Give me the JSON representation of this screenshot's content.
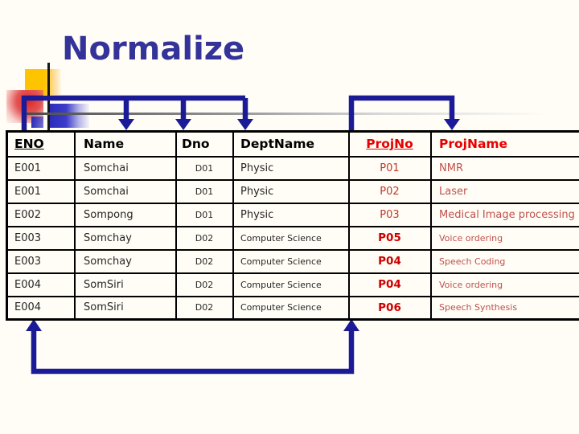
{
  "title": "Normalize",
  "colors": {
    "title_blue": "#333399",
    "arrow_navy": "#1b1b98",
    "key_header_red": "#e80000",
    "proj_data_red": "#c0392b",
    "proj_bold_red": "#cc0000",
    "projname_red": "#c0504d",
    "decor_yellow": "#ffc400",
    "decor_red": "#dd2a2a",
    "decor_blue": "#2a2ab8"
  },
  "table": {
    "headers": [
      {
        "id": "eno",
        "label": "ENO",
        "underline": true,
        "red": false
      },
      {
        "id": "name",
        "label": "Name",
        "underline": false,
        "red": false
      },
      {
        "id": "dno",
        "label": "Dno",
        "underline": false,
        "red": false
      },
      {
        "id": "deptname",
        "label": "DeptName",
        "underline": false,
        "red": false
      },
      {
        "id": "projno",
        "label": "ProjNo",
        "underline": true,
        "red": true
      },
      {
        "id": "projname",
        "label": "ProjName",
        "underline": false,
        "red": true
      }
    ],
    "rows": [
      {
        "eno": "E001",
        "name": "Somchai",
        "dno": "D01",
        "deptname": "Physic",
        "projno": "P01",
        "projname": "NMR",
        "emphasis": false
      },
      {
        "eno": "E001",
        "name": "Somchai",
        "dno": "D01",
        "deptname": "Physic",
        "projno": "P02",
        "projname": "Laser",
        "emphasis": false
      },
      {
        "eno": "E002",
        "name": "Sompong",
        "dno": "D01",
        "deptname": "Physic",
        "projno": "P03",
        "projname": "Medical Image processing",
        "emphasis": false
      },
      {
        "eno": "E003",
        "name": "Somchay",
        "dno": "D02",
        "deptname": "Computer Science",
        "projno": "P05",
        "projname": "Voice ordering",
        "emphasis": true
      },
      {
        "eno": "E003",
        "name": "Somchay",
        "dno": "D02",
        "deptname": "Computer Science",
        "projno": "P04",
        "projname": "Speech Coding",
        "emphasis": true
      },
      {
        "eno": "E004",
        "name": "SomSiri",
        "dno": "D02",
        "deptname": "Computer Science",
        "projno": "P04",
        "projname": "Voice ordering",
        "emphasis": true
      },
      {
        "eno": "E004",
        "name": "SomSiri",
        "dno": "D02",
        "deptname": "Computer Science",
        "projno": "P06",
        "projname": "Speech Synthesis",
        "emphasis": true
      }
    ]
  }
}
